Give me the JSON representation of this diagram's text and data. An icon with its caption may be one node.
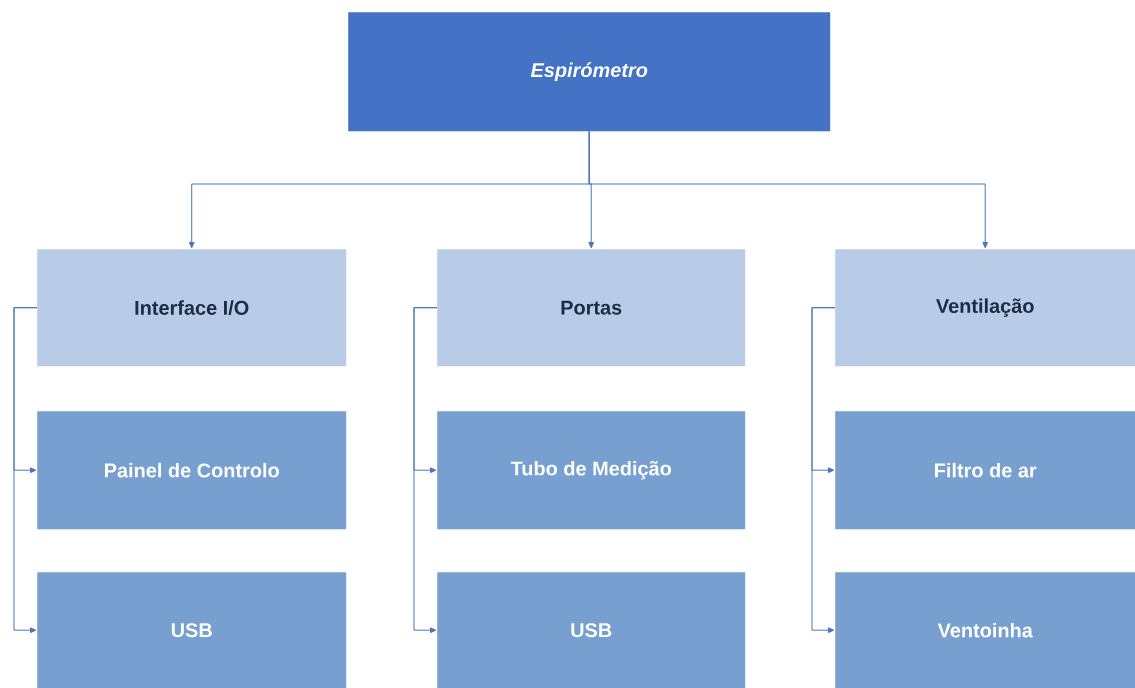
{
  "diagram": {
    "nodes": [
      {
        "text": [
          "Espirómetro"
        ]
      },
      {
        "text": [
          "Interface I/O"
        ]
      },
      {
        "text": [
          "Portas"
        ]
      },
      {
        "text": [
          "Ventilação"
        ]
      },
      {
        "text": [
          "Painel de Controlo"
        ]
      },
      {
        "text": [
          "Tubo de Medição"
        ]
      },
      {
        "text": [
          "Filtro de ar"
        ]
      },
      {
        "text": [
          "USB"
        ]
      },
      {
        "text": [
          "USB"
        ]
      },
      {
        "text": [
          "Ventoinha"
        ]
      }
    ],
    "edges": [
      {
        "from": 0,
        "to": 1,
        "arrow": "to"
      },
      {
        "from": 0,
        "to": 2,
        "arrow": "to"
      },
      {
        "from": 0,
        "to": 3,
        "arrow": "to"
      },
      {
        "from": 1,
        "to": 4,
        "arrow": "to"
      },
      {
        "from": 1,
        "to": 7,
        "arrow": "to"
      },
      {
        "from": 2,
        "to": 5,
        "arrow": "to"
      },
      {
        "from": 2,
        "to": 8,
        "arrow": "to"
      },
      {
        "from": 3,
        "to": 6,
        "arrow": "to"
      },
      {
        "from": 3,
        "to": 9,
        "arrow": "to"
      }
    ]
  }
}
